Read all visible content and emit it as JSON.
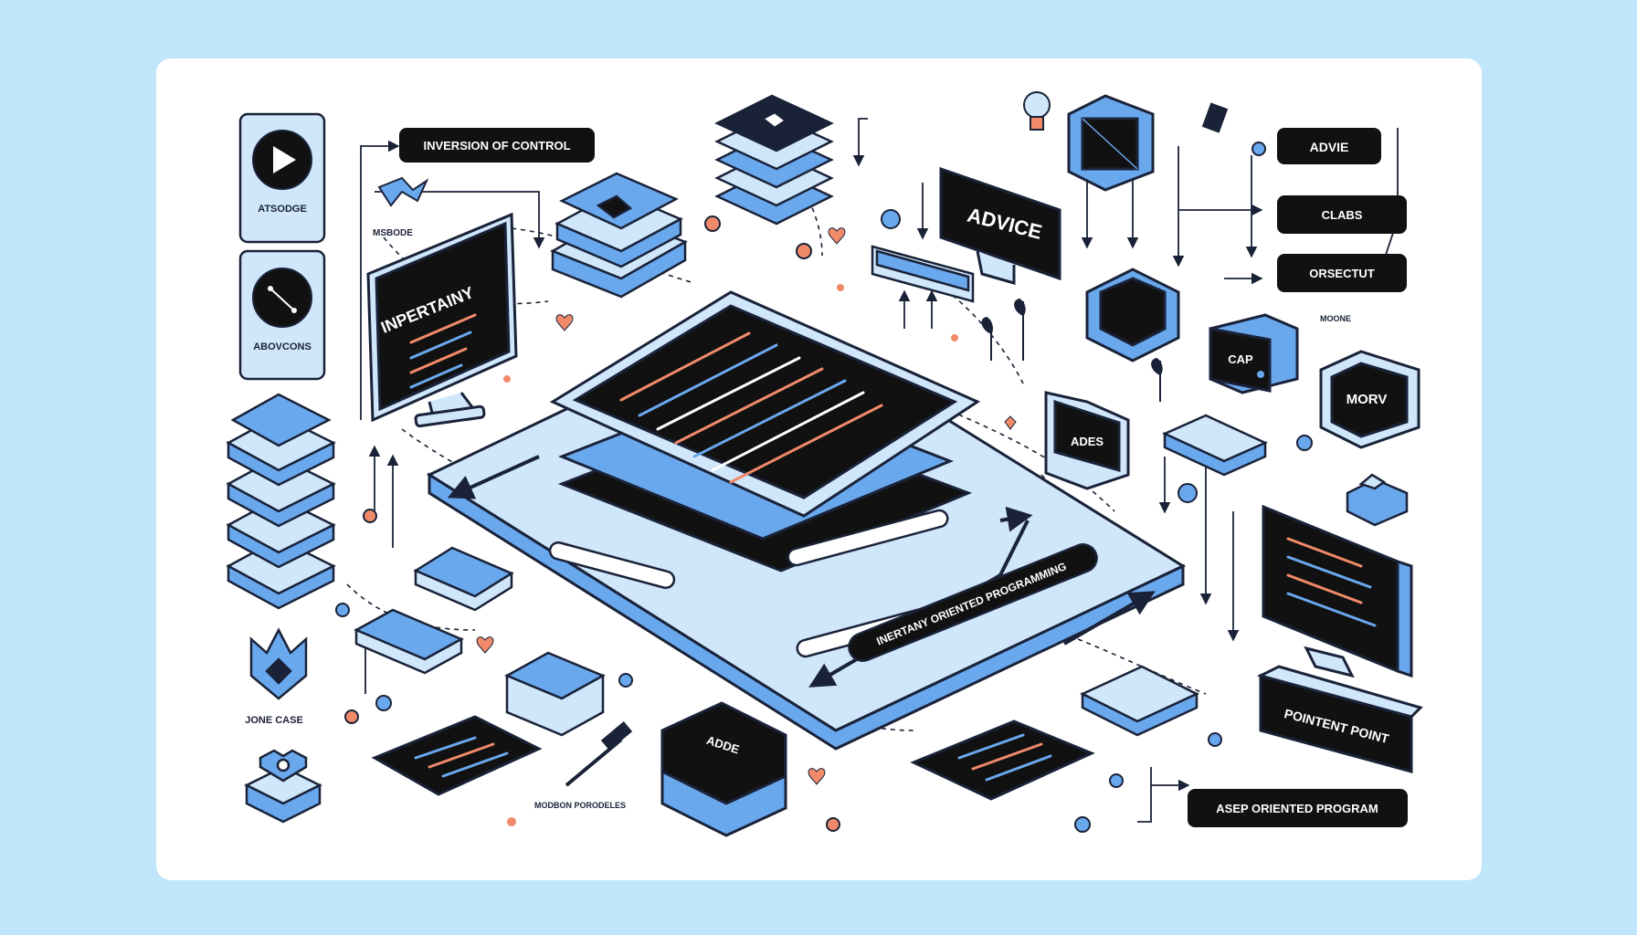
{
  "labels": {
    "inversion_of_control": "INVERSION OF CONTROL",
    "advie": "ADVIE",
    "clabs": "CLABS",
    "orsectut": "ORSECTUT",
    "advice": "ADVICE",
    "impertainy": "INPERTAINY",
    "cap": "CAP",
    "morw": "MORV",
    "ades": "ADES",
    "adde": "ADDE",
    "pointent_point": "POINTENT POINT",
    "asep_oriented_program": "ASEP ORIENTED PROGRAM",
    "center_banner": "INERTANY ORIENTED PROGRAMMING",
    "atsodge": "ATSODGE",
    "abovcons": "ABOVCONS",
    "msbode": "MSBODE",
    "jone_case": "JONE CASE",
    "modbon_porodeles": "MODBON PORODELES",
    "moone": "MOONE",
    "cap_small": "CAP"
  },
  "colors": {
    "background": "#bfe6fb",
    "card": "#ffffff",
    "accent_blue": "#6aa8ee",
    "light_blue": "#cfe6fb",
    "dark": "#111111",
    "coral": "#f08a6a"
  },
  "icons": [
    "play-icon",
    "node-link-icon",
    "lightbulb-icon",
    "gear-icon",
    "puzzle-icon",
    "plant-icon",
    "syringe-icon"
  ]
}
